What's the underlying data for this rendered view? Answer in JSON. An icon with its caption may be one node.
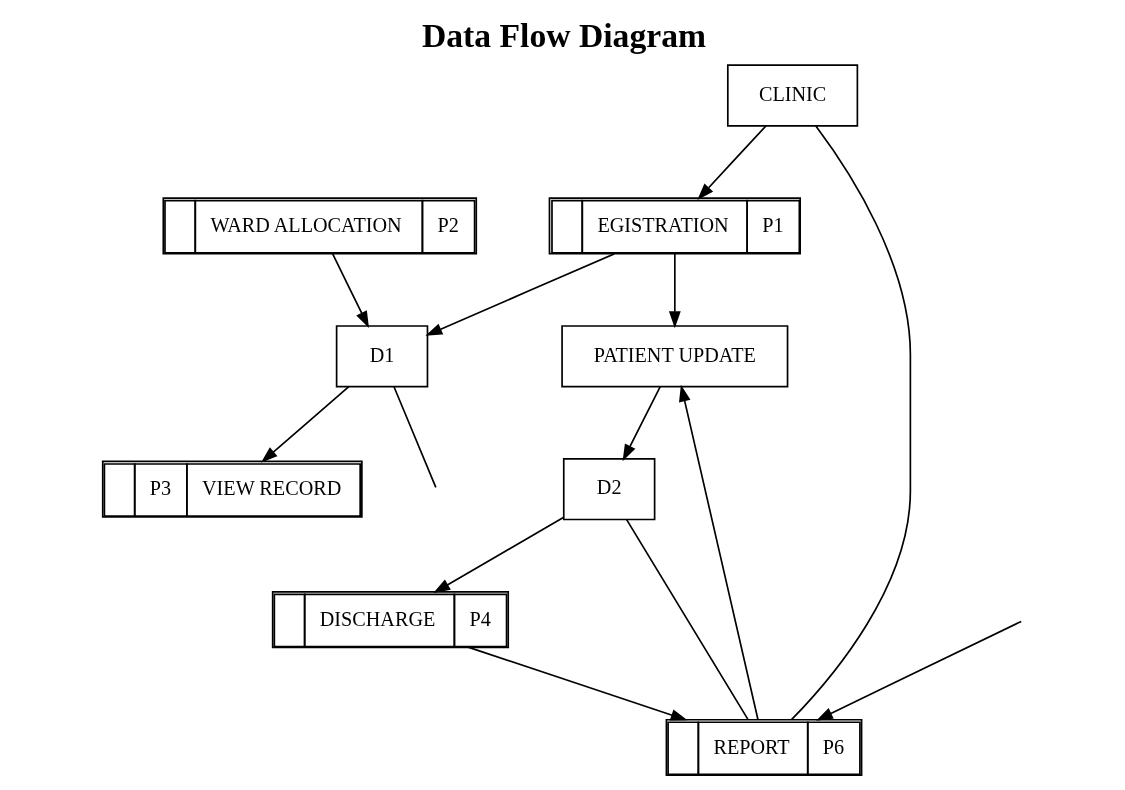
{
  "diagram": {
    "title": "Data Flow Diagram",
    "nodes": [
      {
        "text": [
          "CLINIC"
        ]
      },
      {
        "text": [
          "EGISTRATION",
          "P1"
        ]
      },
      {
        "text": [
          "D1"
        ]
      },
      {
        "text": [
          "P3",
          "VIEW RECORD"
        ]
      },
      {
        "text": [
          "WARD ALLOCATION",
          "P2"
        ]
      },
      {
        "text": [
          "D2"
        ]
      },
      {
        "text": [
          "PATIENT UPDATE"
        ]
      },
      {
        "text": [
          "DISCHARGE",
          "P4"
        ]
      },
      {
        "text": [
          "REPORT",
          "P6"
        ]
      }
    ],
    "edges": [
      {
        "from": 0,
        "to": 1,
        "arrow": "to"
      },
      {
        "from": 1,
        "to": 2,
        "arrow": "to"
      },
      {
        "from": 1,
        "to": 6,
        "arrow": "to"
      },
      {
        "from": 2,
        "to": 3,
        "arrow": "to"
      },
      {
        "from": 4,
        "to": 2,
        "arrow": "to"
      },
      {
        "from": 6,
        "to": 5,
        "arrow": "to"
      },
      {
        "from": 5,
        "to": 7,
        "arrow": "to"
      },
      {
        "from": 7,
        "to": 8,
        "arrow": "to"
      },
      {
        "from": 8,
        "to": 6,
        "arrow": "to"
      },
      {
        "from": 5,
        "to": 8,
        "arrow": "none"
      },
      {
        "from": 0,
        "to": 8,
        "arrow": "none"
      },
      {
        "from": 2,
        "to": null,
        "arrow": "none"
      },
      {
        "from": null,
        "to": 8,
        "arrow": "to"
      }
    ]
  }
}
